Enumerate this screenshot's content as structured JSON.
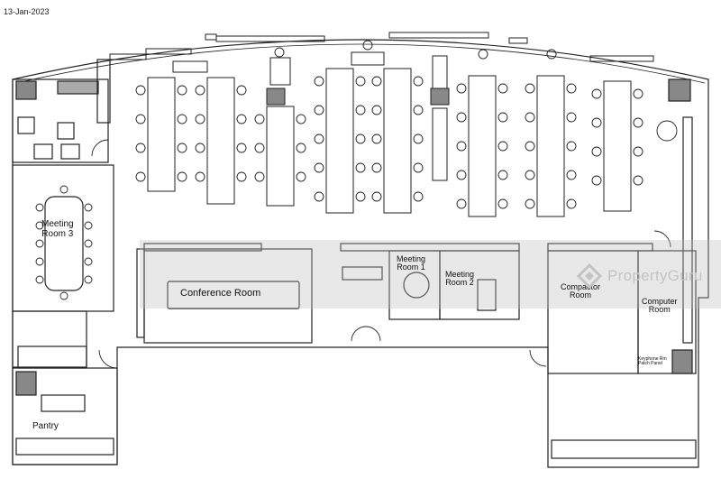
{
  "date_stamp": "13-Jan-2023",
  "rooms": {
    "meeting_room_3_line1": "Meeting",
    "meeting_room_3_line2": "Room 3",
    "conference_room": "Conference Room",
    "meeting_room_1_line1": "Meeting",
    "meeting_room_1_line2": "Room 1",
    "meeting_room_2_line1": "Meeting",
    "meeting_room_2_line2": "Room 2",
    "compactor_line1": "Compactor",
    "compactor_line2": "Room",
    "computer_line1": "Computer",
    "computer_line2": "Room",
    "keyphone_line1": "Keyphone Rm",
    "keyphone_line2": "Patch Panel",
    "pantry": "Pantry"
  },
  "watermark": {
    "text": "PropertyGuru",
    "icon": "propertyguru-logo-icon"
  }
}
